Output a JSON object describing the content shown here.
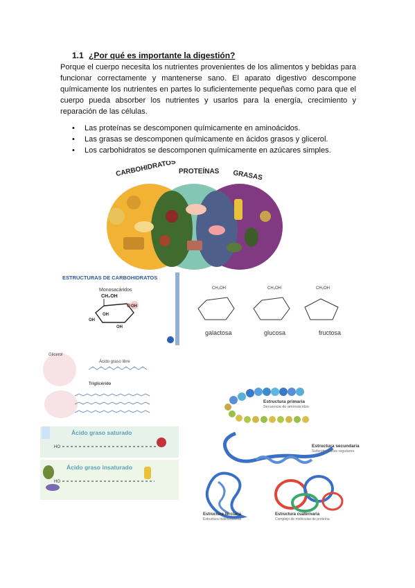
{
  "section": {
    "number": "1.1",
    "title": "¿Por qué es importante la digestión?"
  },
  "paragraph": "Porque el cuerpo necesita los nutrientes provenientes de los alimentos y bebidas para funcionar correctamente y mantenerse sano. El aparato digestivo descompone químicamente los nutrientes en partes lo suficientemente pequeñas como para que el cuerpo pueda absorber los nutrientes y usarlos para la energía, crecimiento y reparación de las células.",
  "bullets": [
    "Las proteínas se descomponen químicamente en aminoácidos.",
    "Las grasas se descomponen químicamente en ácidos grasos y glicerol.",
    "Los carbohidratos se descomponen químicamente en azúcares simples."
  ],
  "venn": {
    "labels": [
      "CARBOHIDRATOS",
      "PROTEÍNAS",
      "GRASAS"
    ],
    "colors": [
      "#f2b233",
      "#7dc3b0",
      "#7a2f7a"
    ]
  },
  "carbs_figure": {
    "title": "ESTRUCTURAS DE CARBOHIDRATOS",
    "subtitle": "Monosacáridos",
    "group_top": "CH₂OH",
    "group_o": "O",
    "group_oh": "OH",
    "sugars": [
      "galactosa",
      "glucosa",
      "fructosa"
    ],
    "sugar_top": "CH₂OH"
  },
  "fats_figure": {
    "glicerol": "Glicerol",
    "acido_libre": "Ácido graso libre",
    "trigliceride": "Triglicérido",
    "saturado": "Ácido graso saturado",
    "insaturado": "Ácido graso insaturado",
    "ho": "HO"
  },
  "protein_figure": {
    "primaria": "Estructura primaria",
    "primaria_sub": "Secuencia de aminoácidos",
    "secundaria": "Estructura secundaria",
    "secundaria_sub": "Subestructuras regulares",
    "terciaria": "Estructura terciaria",
    "terciaria_sub": "Estructura tridimensional",
    "cuaternaria": "Estructura cuaternaria",
    "cuaternaria_sub": "Complejo de moléculas de proteína"
  }
}
